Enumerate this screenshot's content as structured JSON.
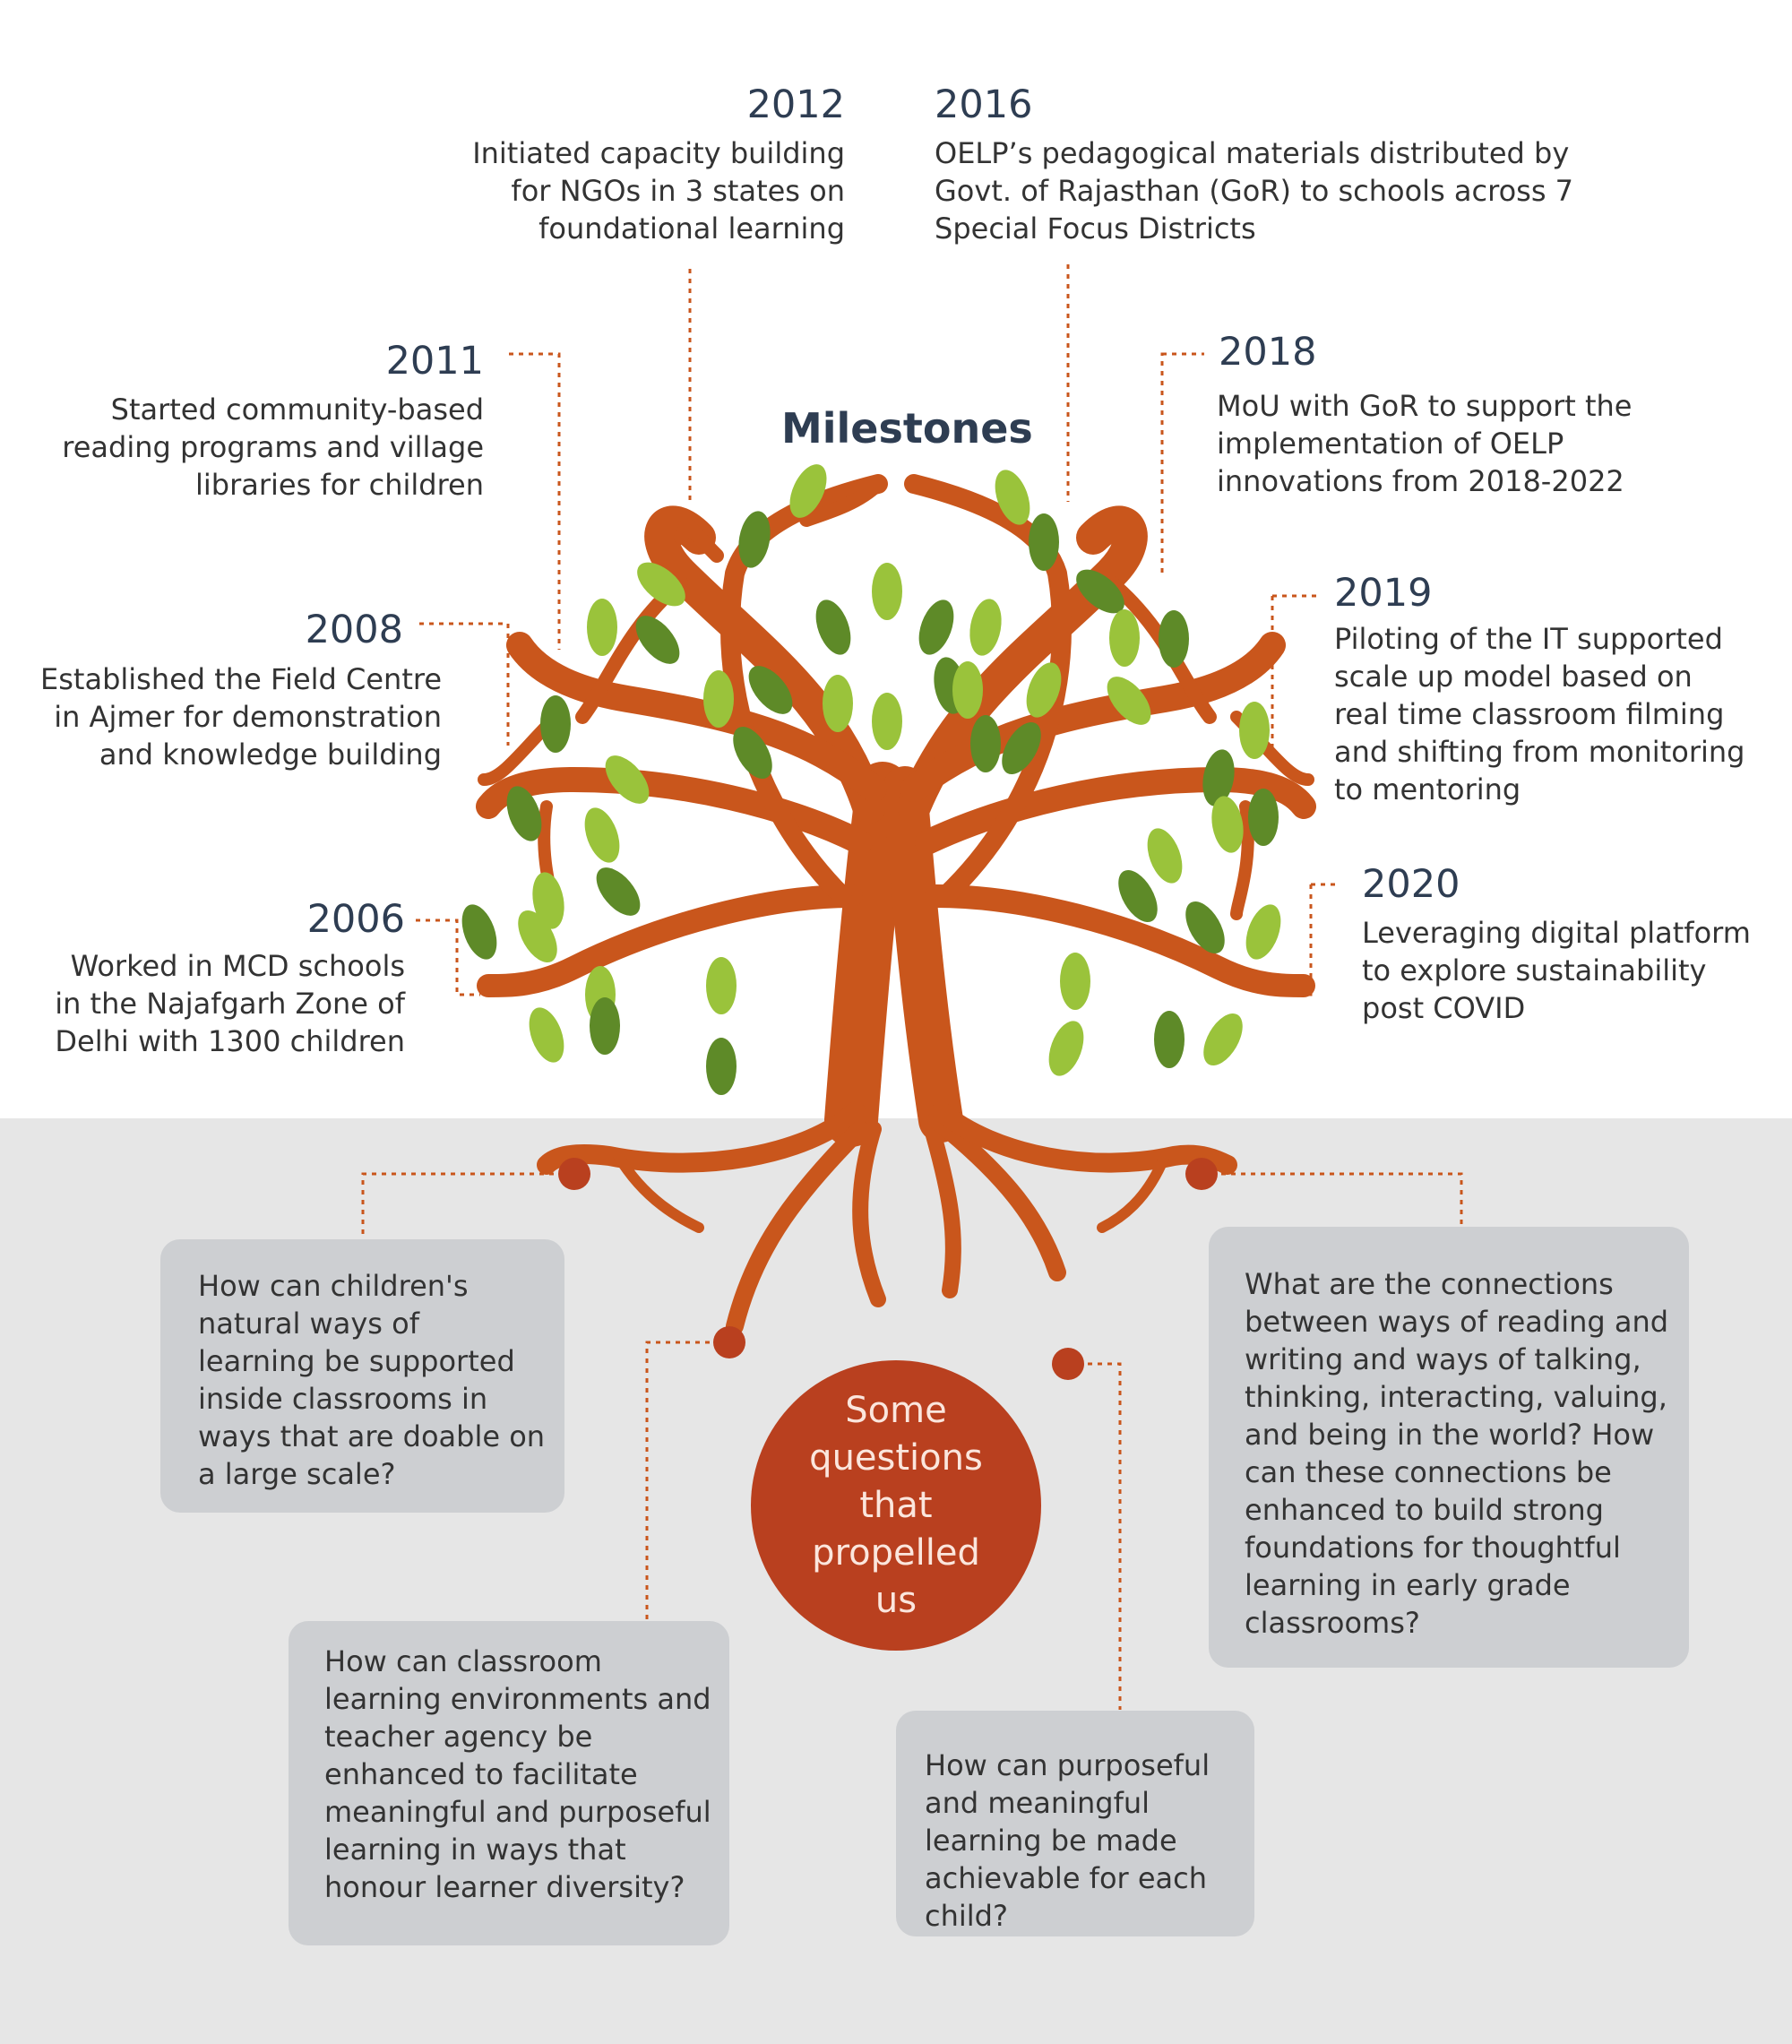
{
  "title": "Milestones",
  "milestones": [
    {
      "year": "2012",
      "text": "Initiated capacity building\nfor NGOs in 3 states on\nfoundational learning"
    },
    {
      "year": "2016",
      "text": "OELP’s pedagogical materials distributed by\nGovt. of Rajasthan (GoR) to schools across 7\nSpecial Focus Districts"
    },
    {
      "year": "2011",
      "text": "Started community-based\nreading programs and village\nlibraries for children"
    },
    {
      "year": "2018",
      "text": "MoU with GoR to support the\nimplementation of OELP\ninnovations from 2018-2022"
    },
    {
      "year": "2008",
      "text": "Established the Field  Centre\nin Ajmer  for demonstration\nand knowledge building"
    },
    {
      "year": "2019",
      "text": "Piloting of the IT supported\nscale up model based on\nreal time classroom filming\nand shifting from monitoring\nto mentoring"
    },
    {
      "year": "2006",
      "text": "Worked in MCD schools\nin the Najafgarh Zone of\nDelhi with 1300 children"
    },
    {
      "year": "2020",
      "text": "Leveraging digital platform\nto explore sustainability\npost COVID"
    }
  ],
  "center": "Some\nquestions\nthat\npropelled\nus",
  "questions": [
    "How can children's\nnatural ways of\nlearning be supported\ninside classrooms in\nways that are doable on\na large scale?",
    "What are the connections\nbetween ways of reading and\nwriting and ways of talking,\nthinking, interacting, valuing,\nand being in the world? How\ncan these connections be\nenhanced to build strong\nfoundations for thoughtful\nlearning in early grade\nclassrooms?",
    "How can classroom\nlearning environments and\nteacher agency be\nenhanced to facilitate\nmeaningful and purposeful\nlearning in ways that\nhonour learner diversity?",
    "How can purposeful\nand meaningful\nlearning be made\nachievable for each\nchild?"
  ],
  "colors": {
    "trunk": "#c9561c",
    "leaf_light": "#9ac33b",
    "leaf_dark": "#5e8a28",
    "dot": "#b9401f",
    "year": "#2e3d52",
    "box": "#cdcfd2",
    "bottom_bg": "#e6e6e6"
  }
}
